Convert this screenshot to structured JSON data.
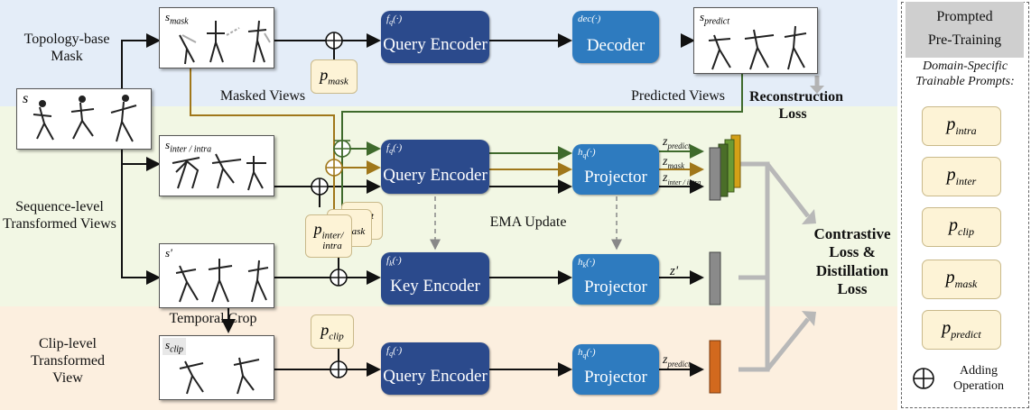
{
  "rows": {
    "topology": "Topology-base Mask",
    "sequence": "Sequence-level Transformed Views",
    "clip": "Clip-level Transformed View"
  },
  "views": {
    "s": "s",
    "s_mask": "s",
    "s_mask_sub": "mask",
    "s_inter": "s",
    "s_inter_sub": "inter / intra",
    "s_prime": "s'",
    "s_clip": "s",
    "s_clip_sub": "clip",
    "s_predict": "s",
    "s_predict_sub": "predict"
  },
  "labels": {
    "masked_views": "Masked Views",
    "predicted_views": "Predicted Views",
    "reconstruction_loss": "Reconstruction Loss",
    "ema_update": "EMA Update",
    "temporal_crop": "Temporal Crop",
    "contrastive": "Contrastive Loss & Distillation Loss"
  },
  "modules": {
    "query_encoder": "Query Encoder",
    "key_encoder": "Key Encoder",
    "decoder": "Decoder",
    "projector": "Projector",
    "fq": "f",
    "fq_sub": "q",
    "fk": "f",
    "fk_sub": "k",
    "hq": "h",
    "hq_sub": "q",
    "hk": "h",
    "hk_sub": "k",
    "dec": "dec",
    "arg": "(·)"
  },
  "outputs": {
    "z": "z",
    "predict": "predict",
    "mask": "mask",
    "inter": "inter / intra",
    "z_prime": "z'"
  },
  "prompts": {
    "p": "p",
    "mask": "mask",
    "inter": "inter/",
    "intra": "intra",
    "ask": "ask",
    "ct": "ct",
    "clip": "clip"
  },
  "legend": {
    "title1": "Prompted",
    "title2": "Pre-Training",
    "subtitle": "Domain-Specific Trainable Prompts:",
    "items": [
      "intra",
      "inter",
      "clip",
      "mask",
      "predict"
    ],
    "adding_operation": "Adding Operation"
  },
  "colors": {
    "band_top": "#e4edf8",
    "band_mid": "#f2f7e4",
    "band_bot": "#fcefdf",
    "query_encoder": "#2b4a8c",
    "projector": "#2e7bbf",
    "mask_line": "#a0771a",
    "predict_line": "#3f6a2c",
    "prompt_fill": "#fdf3d6",
    "orange_feature": "#d2691e",
    "gray_arrow": "#b3b3b3"
  }
}
